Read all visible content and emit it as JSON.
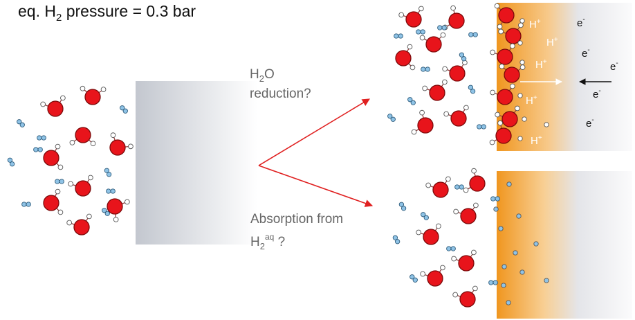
{
  "header": {
    "pressure_prefix": "eq. H",
    "pressure_sub": "2",
    "pressure_suffix": " pressure = 0.3 bar"
  },
  "paths": {
    "upper": {
      "label_line1": "H",
      "label_line1_sub": "2",
      "label_line1_end": "O",
      "label_line2": "reduction?"
    },
    "lower": {
      "label_line1": "Absorption from",
      "label_line2": "H",
      "label_line2_sub": "2",
      "label_line2_sup": "aq",
      "label_line2_end": " ?"
    }
  },
  "ions": {
    "proton": "H",
    "proton_charge": "+",
    "electron": "e",
    "electron_charge": "-"
  },
  "colors": {
    "oxygen": "#e8141b",
    "oxygen_outline": "#7a0a0a",
    "hydrogen_atom": "#ffffff",
    "hydrogen_molecule": "#8fc3e6",
    "metal_gray": "#c9ccd3",
    "hydride_orange": "#f29a27",
    "arrow_red": "#e02020",
    "label_gray": "#666666"
  }
}
